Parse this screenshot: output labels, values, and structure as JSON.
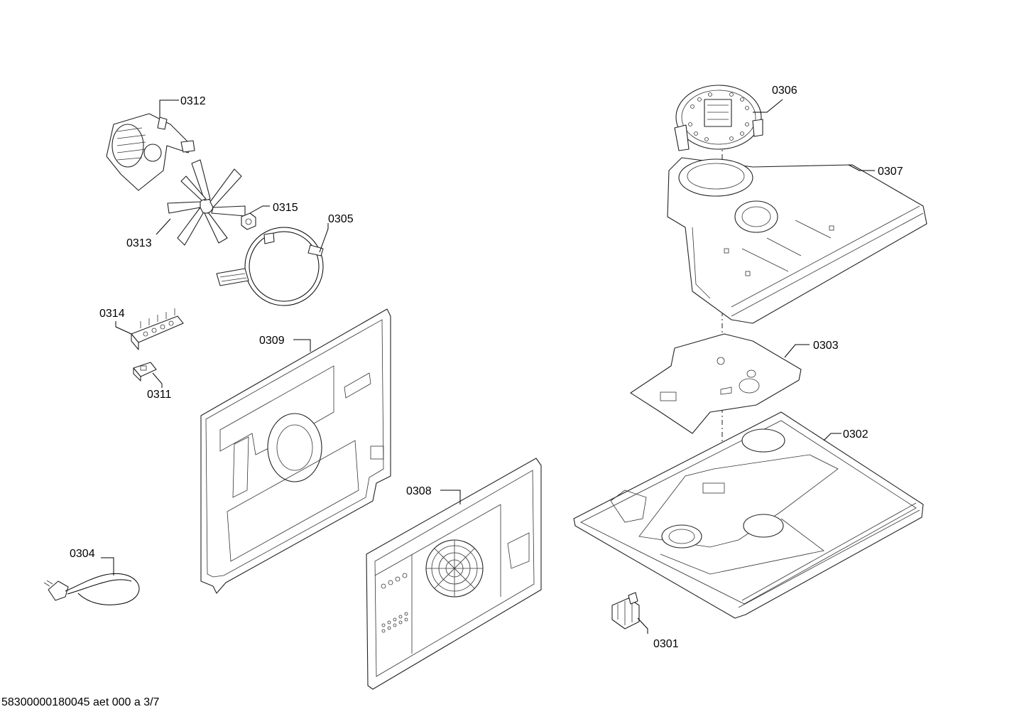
{
  "parts": [
    {
      "id": "p0312",
      "label": "0312"
    },
    {
      "id": "p0313",
      "label": "0313"
    },
    {
      "id": "p0315",
      "label": "0315"
    },
    {
      "id": "p0305",
      "label": "0305"
    },
    {
      "id": "p0314",
      "label": "0314"
    },
    {
      "id": "p0311",
      "label": "0311"
    },
    {
      "id": "p0309",
      "label": "0309"
    },
    {
      "id": "p0308",
      "label": "0308"
    },
    {
      "id": "p0304",
      "label": "0304"
    },
    {
      "id": "p0306",
      "label": "0306"
    },
    {
      "id": "p0307",
      "label": "0307"
    },
    {
      "id": "p0303",
      "label": "0303"
    },
    {
      "id": "p0302",
      "label": "0302"
    },
    {
      "id": "p0301",
      "label": "0301"
    }
  ],
  "footer": {
    "text": "58300000180045 aet 000 a 3/7"
  }
}
